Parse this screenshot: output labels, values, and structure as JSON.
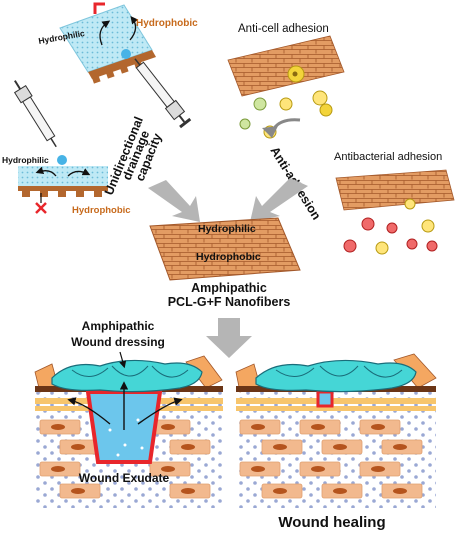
{
  "labels": {
    "hydrophilic_top": "Hydrophilic",
    "hydrophobic_top": "Hydrophobic",
    "hydrophilic_left": "Hydrophilic",
    "hydrophobic_left": "Hydrophobic",
    "drainage_line1": "Unidirectional",
    "drainage_line2": "drainage",
    "drainage_line3": "capacity",
    "anti_cell": "Anti-cell adhesion",
    "anti_adhesion": "Anti-adhesion",
    "antibacterial": "Antibacterial adhesion",
    "center_hydrophilic": "Hydrophilic",
    "center_hydrophobic": "Hydrophobic",
    "nanofiber_line1": "Amphipathic",
    "nanofiber_line2": "PCL-G+F Nanofibers",
    "dressing_line1": "Amphipathic",
    "dressing_line2": "Wound dressing",
    "wound_exudate": "Wound Exudate",
    "wound_healing": "Wound healing"
  },
  "colors": {
    "brick": "#e39c63",
    "brick_stroke": "#a3582a",
    "fiber_blue": "#8ed8ea",
    "dressing_cyan": "#45d6d6",
    "arrow_gray": "#b5b5b5",
    "hydrophobic_text": "#c76a1c",
    "wound_red": "#e8262b"
  }
}
